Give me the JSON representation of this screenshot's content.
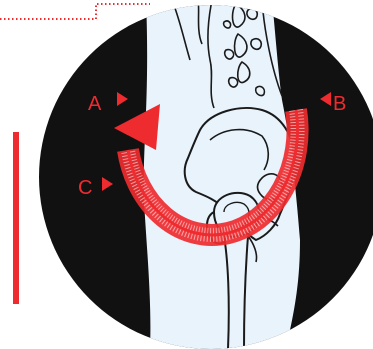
{
  "diagram": {
    "labels": {
      "a": "A",
      "b": "B",
      "c": "C"
    },
    "colors": {
      "background": "#ffffff",
      "circle": "#111111",
      "body": "#e8f3fc",
      "outline": "#1a1a1a",
      "accent": "#ee2b2f"
    },
    "icons": {
      "rotation": "curved-arrow-icon",
      "pointer": "triangle-pointer-icon"
    }
  }
}
